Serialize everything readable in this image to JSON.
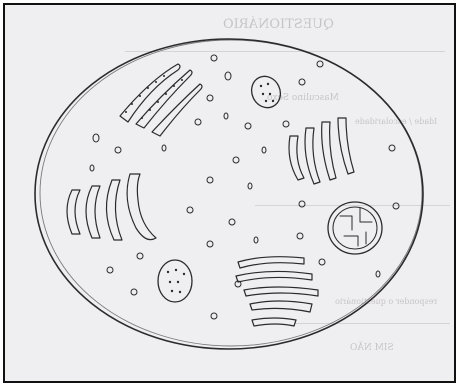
{
  "photo": {
    "subject": "pencil-sketch-cell",
    "paper_color": "#efeef0",
    "pencil_color": "#2b2b2f",
    "bleed_color": "#b9b6bb"
  },
  "bleed_through_text": {
    "title": "QUESTIONÁRIO",
    "line1": "Masculino  Sexo",
    "line2": "Idade / escolaridade",
    "line3": "responder o questionário",
    "line4": "SIM  NÃO"
  }
}
